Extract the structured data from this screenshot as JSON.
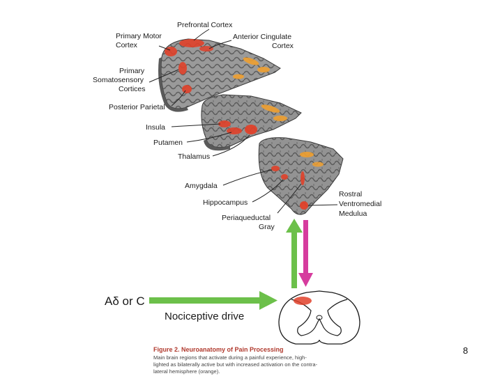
{
  "labels": {
    "prefrontal": "Prefrontal Cortex",
    "primary_motor_1": "Primary Motor",
    "primary_motor_2": "Cortex",
    "anterior_cingulate_1": "Anterior Cingulate",
    "anterior_cingulate_2": "Cortex",
    "somatosensory_1": "Primary",
    "somatosensory_2": "Somatosensory",
    "somatosensory_3": "Cortices",
    "posterior_parietal": "Posterior Parietal",
    "insula": "Insula",
    "putamen": "Putamen",
    "thalamus": "Thalamus",
    "amygdala": "Amygdala",
    "hippocampus": "Hippocampus",
    "rostral_1": "Rostral",
    "rostral_2": "Ventromedial",
    "rostral_3": "Medulua",
    "periaqueductal_1": "Periaqueductal",
    "periaqueductal_2": "Gray"
  },
  "input": {
    "fiber": "Aδ or C",
    "drive": "Nociceptive drive"
  },
  "caption": {
    "title": "Figure 2.  Neuroanatomy of Pain Processing",
    "line1": "Main brain regions that activate during a painful experience, high-",
    "line2": "lighted as bilaterally active but with increased activation on the contra-",
    "line3": "lateral hemisphere (orange)."
  },
  "page_number": "8",
  "colors": {
    "bilateral_activation": "#e0412a",
    "contralateral_activation": "#f0a030",
    "ascending_arrow": "#6cc04a",
    "descending_arrow": "#d63c9e",
    "nociceptive_arrow": "#6cc04a",
    "brain_gray": "#8a8a8a"
  }
}
